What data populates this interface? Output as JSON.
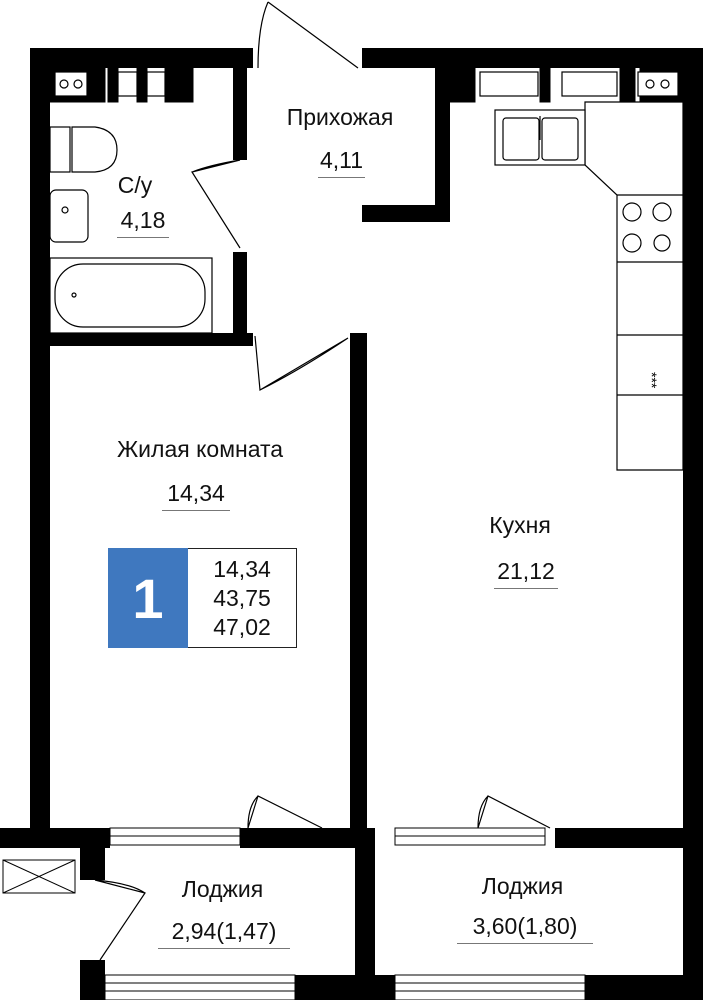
{
  "rooms": [
    {
      "name": "Прихожая",
      "area": "4,11"
    },
    {
      "name": "С/у",
      "area": "4,18"
    },
    {
      "name": "Жилая комната",
      "area": "14,34"
    },
    {
      "name": "Кухня",
      "area": "21,12"
    },
    {
      "name": "Лоджия",
      "area": "2,94(1,47)"
    },
    {
      "name": "Лоджия",
      "area": "3,60(1,80)"
    }
  ],
  "legend": {
    "rooms": "1",
    "living_area": "14,34",
    "total_area": "43,75",
    "total_with_loggia": "47,02",
    "color": "#3f78bf"
  }
}
